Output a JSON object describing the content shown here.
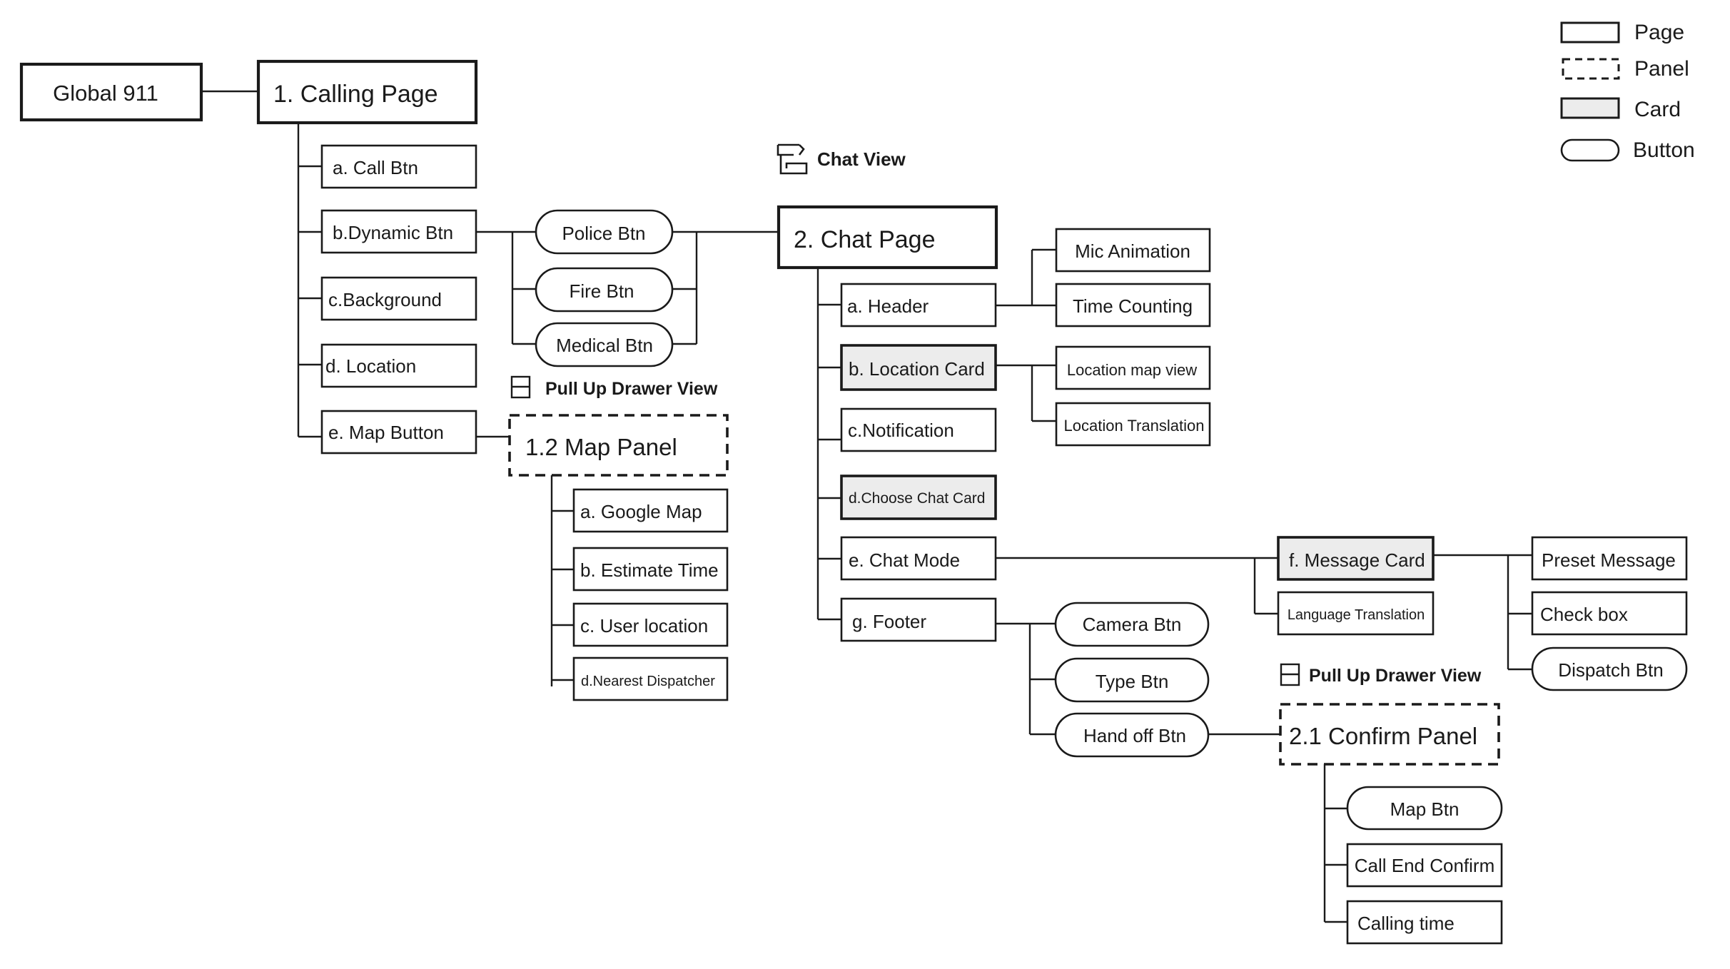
{
  "nodes": {
    "global911": "Global 911",
    "callingPage": "1. Calling Page",
    "callBtn": "a. Call Btn",
    "dynamicBtn": "b.Dynamic Btn",
    "background": "c.Background",
    "location": "d. Location",
    "mapButton": "e. Map Button",
    "policeBtn": "Police Btn",
    "fireBtn": "Fire Btn",
    "medicalBtn": "Medical Btn",
    "mapPanel": "1.2 Map Panel",
    "googleMap": "a. Google Map",
    "estimateTime": "b. Estimate Time",
    "userLocation": "c. User location",
    "nearestDispatcher": "d.Nearest Dispatcher",
    "chatPage": "2. Chat Page",
    "header": "a. Header",
    "locationCard": "b. Location Card",
    "notification": "c.Notification",
    "chooseChatCard": "d.Choose Chat Card",
    "chatMode": "e. Chat Mode",
    "footer": "g. Footer",
    "micAnimation": "Mic Animation",
    "timeCounting": "Time Counting",
    "locationMapView": "Location map view",
    "locationTranslation": "Location Translation",
    "messageCard": "f. Message Card",
    "languageTranslation": "Language Translation",
    "presetMessage": "Preset Message",
    "checkBox": "Check box",
    "dispatchBtn": "Dispatch Btn",
    "cameraBtn": "Camera Btn",
    "typeBtn": "Type Btn",
    "handOffBtn": "Hand off Btn",
    "confirmPanel": "2.1 Confirm Panel",
    "mapBtn": "Map Btn",
    "callEndConfirm": "Call End Confirm",
    "callingTime": "Calling time"
  },
  "labels": {
    "chatView": "Chat View",
    "pullUpDrawer1": "Pull Up Drawer View",
    "pullUpDrawer2": "Pull Up Drawer View"
  },
  "legend": {
    "page": "Page",
    "panel": "Panel",
    "card": "Card",
    "button": "Button"
  },
  "icons": {
    "chatView": "chat-view-icon",
    "drawer": "drawer-icon"
  },
  "colors": {
    "stroke": "#1a1a1a",
    "cardFill": "#ececec",
    "background": "#ffffff"
  }
}
